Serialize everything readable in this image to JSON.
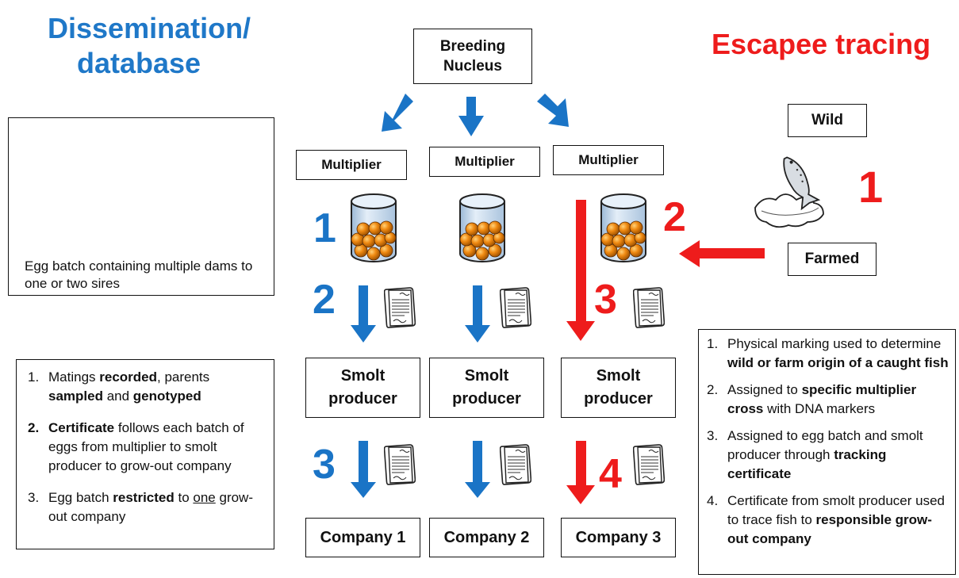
{
  "left_title": "Dissemination/ database",
  "right_title": "Escapee tracing",
  "breeding_nucleus": "Breeding Nucleus",
  "multipliers": [
    "Multiplier",
    "Multiplier",
    "Multiplier"
  ],
  "smolt_producers": [
    "Smolt producer",
    "Smolt producer",
    "Smolt producer"
  ],
  "companies": [
    "Company 1",
    "Company 2",
    "Company 3"
  ],
  "egg_box": {
    "caption": "Egg batch containing multiple dams to one or two sires",
    "male_symbol": "♂",
    "female_symbol": "♀"
  },
  "wild_label": "Wild",
  "farmed_label": "Farmed",
  "left_step_numbers": [
    "1",
    "2",
    "3"
  ],
  "right_step_numbers": [
    "2",
    "3",
    "4"
  ],
  "wild_number": "1",
  "left_list": [
    {
      "n": "1.",
      "parts": [
        {
          "t": "Matings ",
          "b": false
        },
        {
          "t": "recorded",
          "b": true
        },
        {
          "t": ", parents ",
          "b": false
        },
        {
          "t": "sampled",
          "b": true
        },
        {
          "t": " and ",
          "b": false
        },
        {
          "t": "genotyped",
          "b": true
        }
      ]
    },
    {
      "n": "2.",
      "bold_num": true,
      "parts": [
        {
          "t": "Certificate",
          "b": true
        },
        {
          "t": " follows each batch of eggs from multiplier to smolt producer to grow-out company",
          "b": false
        }
      ]
    },
    {
      "n": "3.",
      "parts": [
        {
          "t": "Egg batch ",
          "b": false
        },
        {
          "t": "restricted",
          "b": true
        },
        {
          "t": " to ",
          "b": false
        },
        {
          "t": "one",
          "u": true
        },
        {
          "t": " grow-out company",
          "b": false
        }
      ]
    }
  ],
  "right_list": [
    {
      "n": "1.",
      "parts": [
        {
          "t": "Physical marking used to determine ",
          "b": false
        },
        {
          "t": "wild or farm origin of a caught fish",
          "b": true
        }
      ]
    },
    {
      "n": "2.",
      "parts": [
        {
          "t": "Assigned to ",
          "b": false
        },
        {
          "t": "specific multiplier cross",
          "b": true
        },
        {
          "t": " with DNA markers",
          "b": false
        }
      ]
    },
    {
      "n": "3.",
      "parts": [
        {
          "t": "Assigned to egg batch and smolt producer through ",
          "b": false
        },
        {
          "t": "tracking certificate",
          "b": true
        }
      ]
    },
    {
      "n": "4.",
      "parts": [
        {
          "t": "Certificate from smolt producer used to trace fish to ",
          "b": false
        },
        {
          "t": "responsible grow-out company",
          "b": true
        }
      ]
    }
  ],
  "colors": {
    "blue_arrow": "#1a74c6",
    "red_arrow": "#ee1c1c",
    "egg": "#e98a10",
    "jar": "#c5d9ec"
  }
}
